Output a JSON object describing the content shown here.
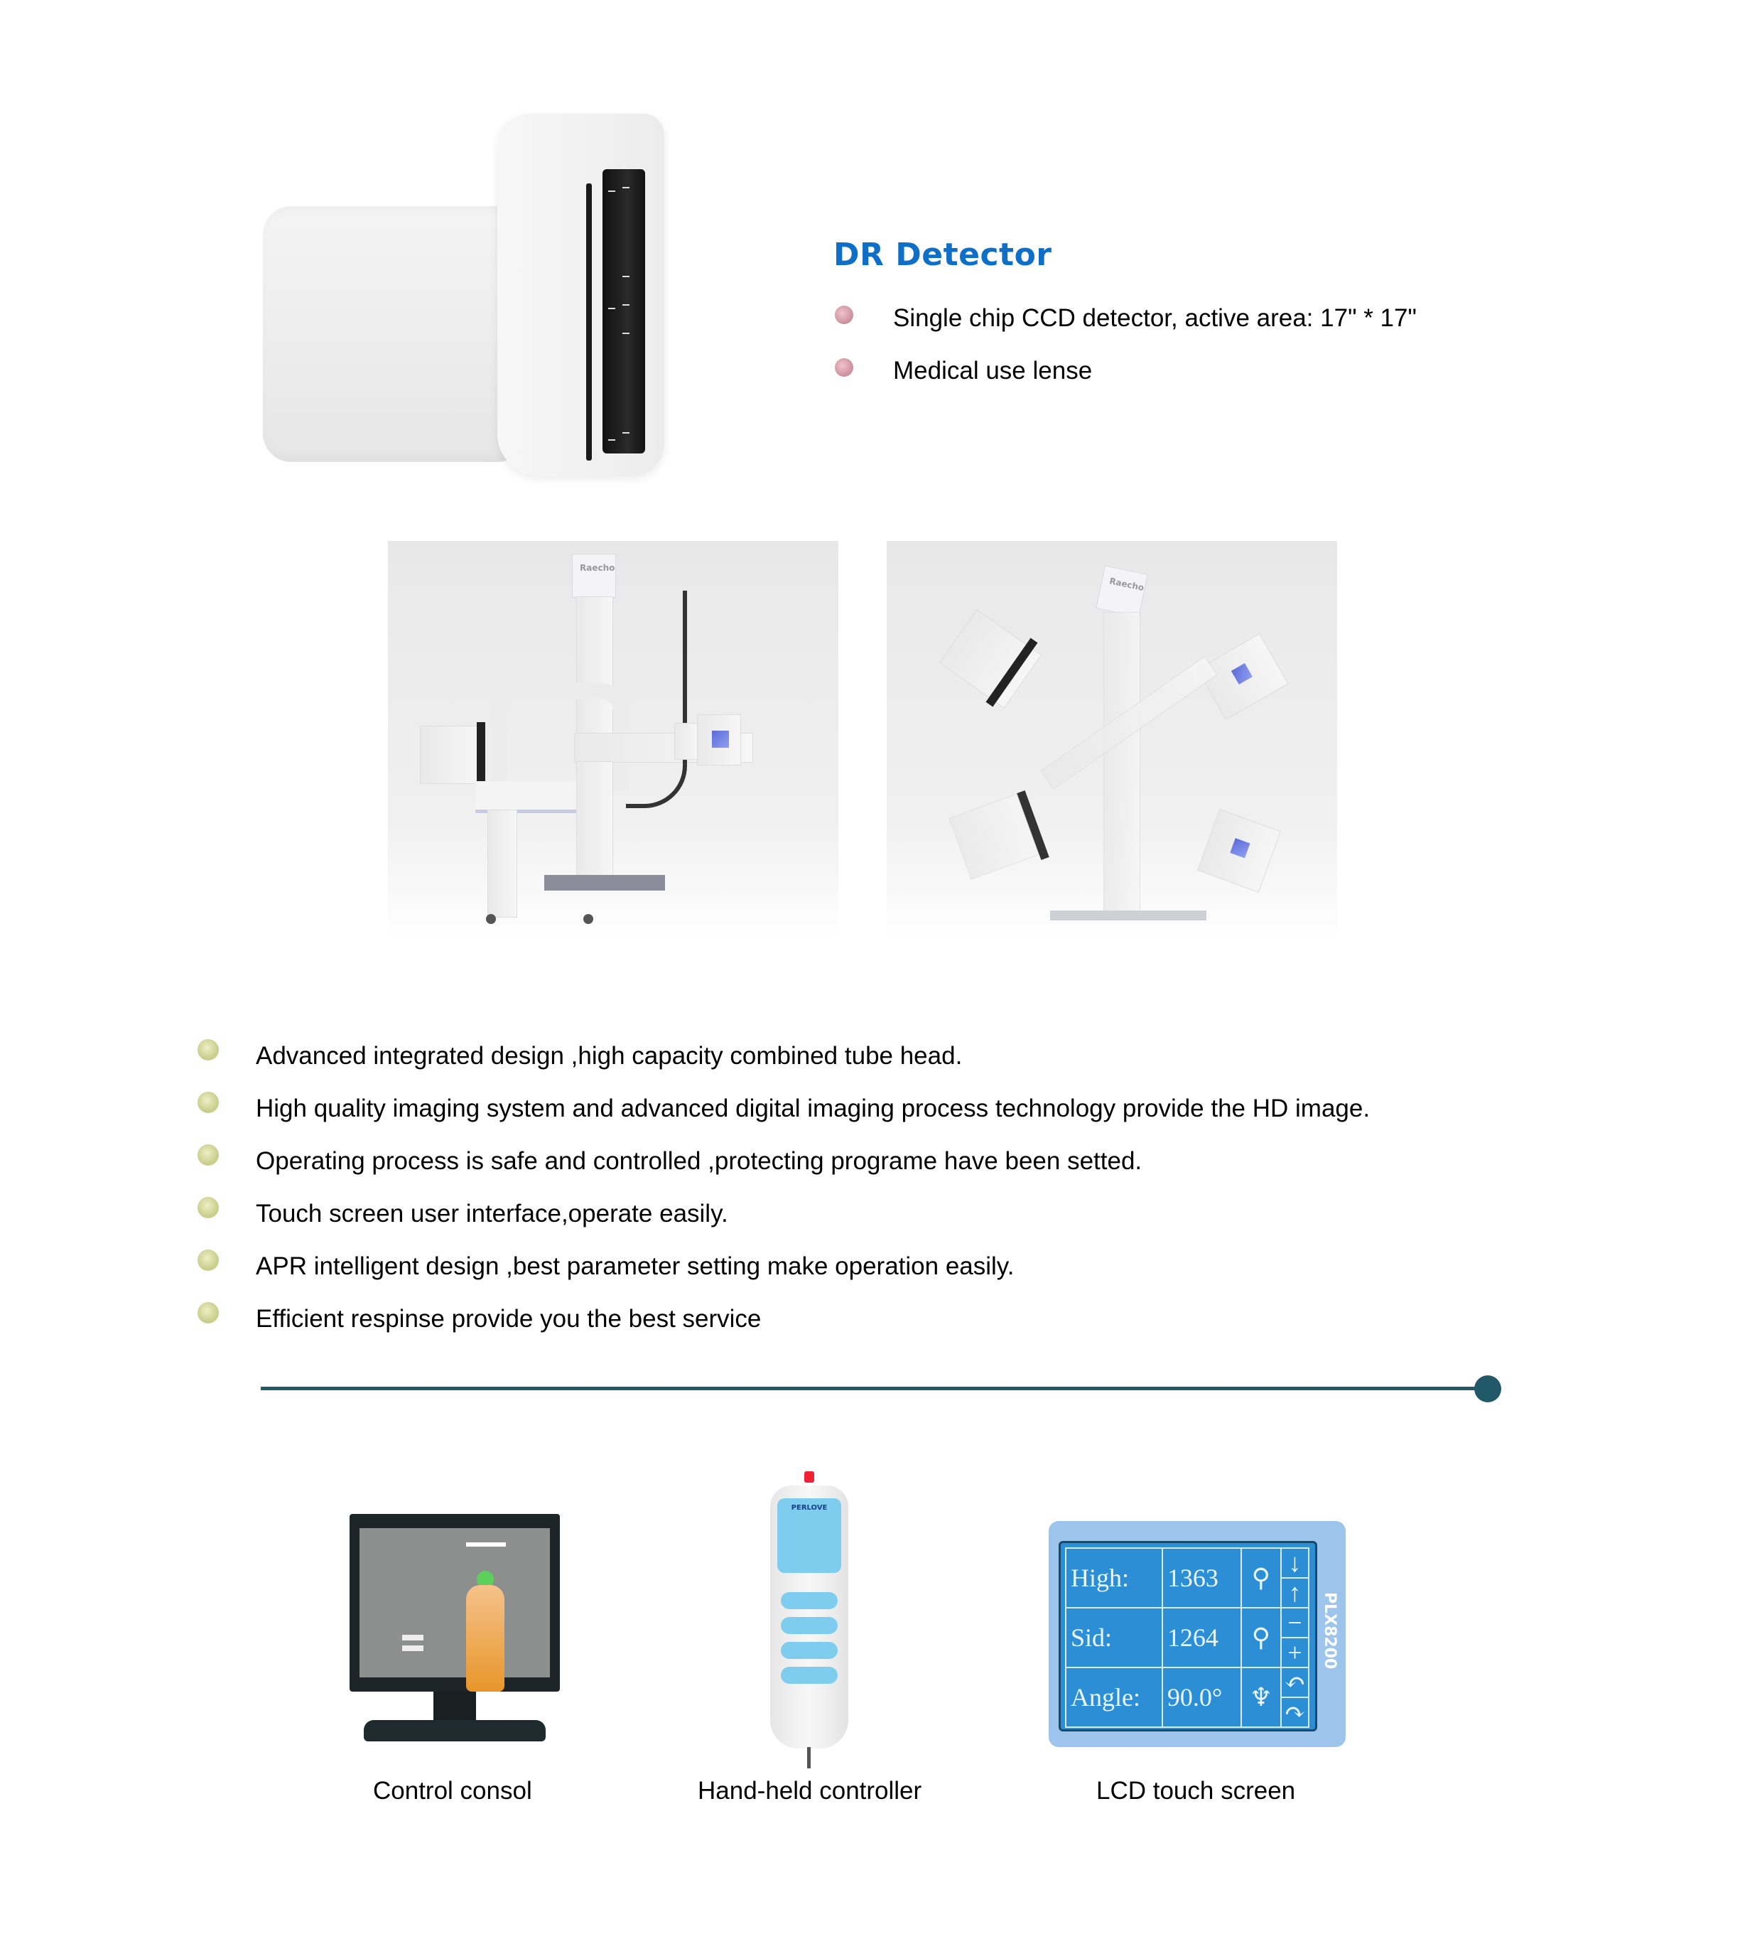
{
  "dr_detector": {
    "title": "DR Detector",
    "title_color": "#0f6fc6",
    "bullet_icon": "pink-sphere-bullet",
    "features": [
      "Single chip CCD detector, active area: 17\" * 17\"",
      "Medical use lense"
    ]
  },
  "photos": {
    "left": {
      "brand": "Raecho",
      "caption": ""
    },
    "right": {
      "brand": "Raecho",
      "caption": ""
    }
  },
  "features": {
    "bullet_icon": "green-sphere-bullet",
    "items": [
      "Advanced integrated design ,high capacity combined tube head.",
      "High quality imaging system and advanced digital imaging process technology provide the HD image.",
      "Operating process is safe and controlled ,protecting programe have been setted.",
      "Touch screen user interface,operate easily.",
      "APR intelligent design ,best parameter setting make operation easily.",
      "Efficient respinse provide you the best service"
    ]
  },
  "divider": {
    "color": "#215968"
  },
  "products": [
    {
      "caption": "Control consol"
    },
    {
      "caption": "Hand-held controller",
      "brand": "PERLOVE"
    },
    {
      "caption": "LCD touch screen"
    }
  ],
  "lcd_screen": {
    "model": "PLX8200",
    "rows": [
      {
        "label": "High:",
        "value": "1363",
        "icon": "height-icon"
      },
      {
        "label": "Sid:",
        "value": "1264",
        "icon": "sid-icon"
      },
      {
        "label": "Angle:",
        "value": "90.0°",
        "icon": "angle-icon"
      }
    ],
    "controls": [
      "↓",
      "↑",
      "−",
      "+",
      "↶",
      "↷"
    ]
  }
}
